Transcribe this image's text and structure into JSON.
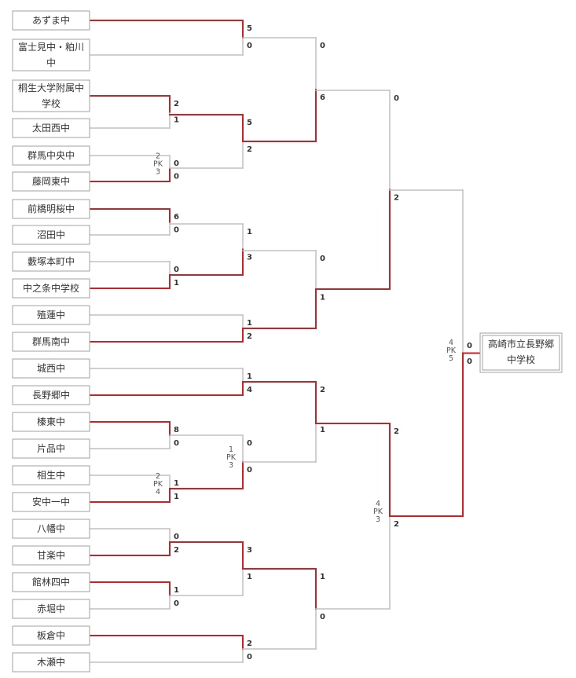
{
  "colors": {
    "win": "#c0252a",
    "lose": "#c0c0c0"
  },
  "champion": [
    "高崎市立長野郷",
    "中学校"
  ],
  "teams": [
    [
      "あずま中"
    ],
    [
      "富士見中・粕川",
      "中"
    ],
    [
      "桐生大学附属中",
      "学校"
    ],
    [
      "太田西中"
    ],
    [
      "群馬中央中"
    ],
    [
      "藤岡東中"
    ],
    [
      "前橋明桜中"
    ],
    [
      "沼田中"
    ],
    [
      "藪塚本町中"
    ],
    [
      "中之条中学校"
    ],
    [
      "殖蓮中"
    ],
    [
      "群馬南中"
    ],
    [
      "城西中"
    ],
    [
      "長野郷中"
    ],
    [
      "榛東中"
    ],
    [
      "片品中"
    ],
    [
      "相生中"
    ],
    [
      "安中一中"
    ],
    [
      "八幡中"
    ],
    [
      "甘楽中"
    ],
    [
      "館林四中"
    ],
    [
      "赤堀中"
    ],
    [
      "板倉中"
    ],
    [
      "木瀬中"
    ]
  ],
  "matches": [
    {
      "id": "r1a",
      "s1": "2",
      "s2": "1",
      "winner": 1
    },
    {
      "id": "r1b",
      "s1": "0",
      "s2": "0",
      "winner": 2,
      "pk": [
        "2",
        "PK",
        "3"
      ]
    },
    {
      "id": "r1c",
      "s1": "6",
      "s2": "0",
      "winner": 1
    },
    {
      "id": "r1d",
      "s1": "0",
      "s2": "1",
      "winner": 2
    },
    {
      "id": "r1e",
      "s1": "8",
      "s2": "0",
      "winner": 1
    },
    {
      "id": "r1f",
      "s1": "1",
      "s2": "1",
      "winner": 2,
      "pk": [
        "2",
        "PK",
        "4"
      ]
    },
    {
      "id": "r1g",
      "s1": "0",
      "s2": "2",
      "winner": 2
    },
    {
      "id": "r1h",
      "s1": "1",
      "s2": "0",
      "winner": 1
    },
    {
      "id": "r2a",
      "s1": "5",
      "s2": "0",
      "winner": 1
    },
    {
      "id": "r2b",
      "s1": "5",
      "s2": "2",
      "winner": 1
    },
    {
      "id": "r2c",
      "s1": "1",
      "s2": "3",
      "winner": 2
    },
    {
      "id": "r2d",
      "s1": "1",
      "s2": "2",
      "winner": 2
    },
    {
      "id": "r2e",
      "s1": "1",
      "s2": "4",
      "winner": 2
    },
    {
      "id": "r2f",
      "s1": "0",
      "s2": "0",
      "winner": 2,
      "pk": [
        "1",
        "PK",
        "3"
      ]
    },
    {
      "id": "r2g",
      "s1": "3",
      "s2": "1",
      "winner": 1
    },
    {
      "id": "r2h",
      "s1": "2",
      "s2": "0",
      "winner": 1
    },
    {
      "id": "r3a",
      "s1": "0",
      "s2": "6",
      "winner": 2
    },
    {
      "id": "r3b",
      "s1": "0",
      "s2": "1",
      "winner": 2
    },
    {
      "id": "r3c",
      "s1": "2",
      "s2": "1",
      "winner": 1
    },
    {
      "id": "r3d",
      "s1": "1",
      "s2": "0",
      "winner": 1
    },
    {
      "id": "sfa",
      "s1": "0",
      "s2": "2",
      "winner": 2
    },
    {
      "id": "sfb",
      "s1": "2",
      "s2": "2",
      "winner": 1,
      "pk": [
        "4",
        "PK",
        "3"
      ]
    },
    {
      "id": "final",
      "s1": "0",
      "s2": "0",
      "winner": 2,
      "pk": [
        "4",
        "PK",
        "5"
      ]
    }
  ]
}
